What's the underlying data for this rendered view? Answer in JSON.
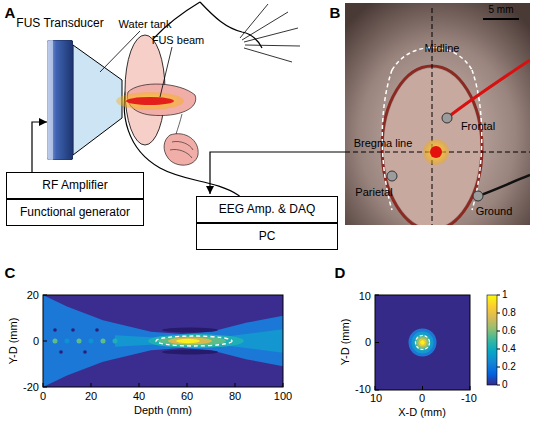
{
  "diagram": {
    "nodes": [
      {
        "text": [
          "FUS Transducer"
        ]
      },
      {
        "text": [
          "RF Amplifier"
        ]
      },
      {
        "text": [
          "Functional generator"
        ]
      },
      {
        "text": [
          "EEG Amp. & DAQ"
        ]
      },
      {
        "text": [
          "PC"
        ]
      }
    ],
    "edges": [
      {
        "from": 1,
        "to": 0,
        "arrow": "to"
      }
    ],
    "labels": [
      "A",
      "Water tank",
      "FUS beam",
      "B",
      "5 mm",
      "Midline",
      "Frontal",
      "Bregma line",
      "Parietal",
      "Ground",
      "C",
      "20",
      "0",
      "-20",
      "0",
      "20",
      "40",
      "60",
      "80",
      "100",
      "Depth (mm)",
      "Y-D (mm)",
      "D",
      "10",
      "0",
      "-10",
      "10",
      "0",
      "-10",
      "X-D (mm)",
      "Y-D (mm)",
      "1",
      "0.8",
      "0.6",
      "0.4",
      "0.2",
      "0"
    ]
  }
}
